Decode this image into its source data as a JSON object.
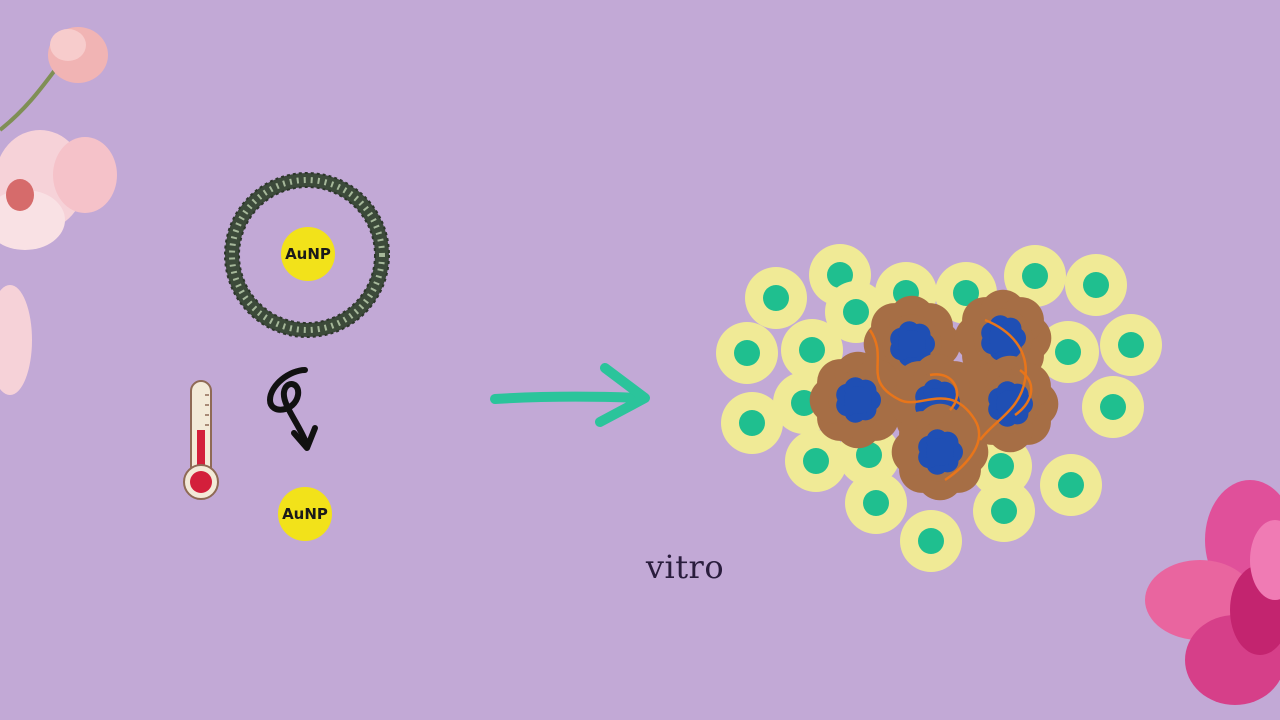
{
  "labels": {
    "nanoparticle_top": "AuNP",
    "nanoparticle_bottom": "AuNP",
    "caption": "vitro"
  },
  "icons": {
    "thermometer": "thermometer-icon",
    "curved_arrow": "curved-arrow-icon",
    "right_arrow": "arrow-right-icon"
  },
  "colors": {
    "background": "#c2a9d6",
    "gold_particle": "#f2e21a",
    "healthy_cell_outer": "#f0ea96",
    "healthy_cell_nucleus": "#1fbf8f",
    "tumor_cell": "#a66e45",
    "tumor_nucleus": "#1f4fb4",
    "fiber": "#e8751a",
    "arrow": "#2bc49b"
  }
}
